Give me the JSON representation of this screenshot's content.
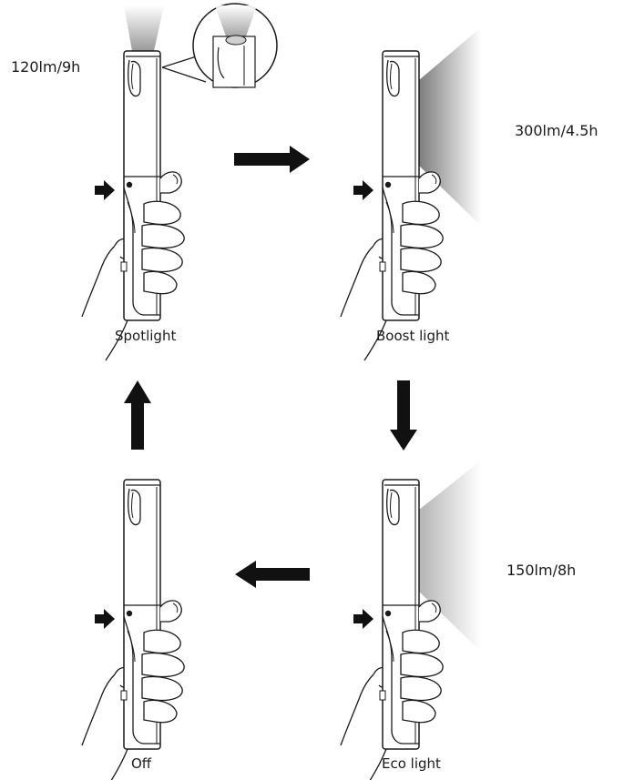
{
  "modes": {
    "spotlight": {
      "name": "Spotlight",
      "spec": "120lm/9h"
    },
    "boost": {
      "name": "Boost light",
      "spec": "300lm/4.5h"
    },
    "eco": {
      "name": "Eco light",
      "spec": "150lm/8h"
    },
    "off": {
      "name": "Off"
    }
  },
  "colors": {
    "line": "#1a1a1a",
    "arrow": "#111111",
    "beam_dark": "#8c8c8c",
    "beam_light": "#ffffff"
  },
  "icons": {
    "transition": "arrow-icon",
    "press": "press-arrow-icon",
    "lamp": "work-lamp-icon",
    "hand": "hand-icon",
    "zoom": "zoom-callout-icon"
  }
}
